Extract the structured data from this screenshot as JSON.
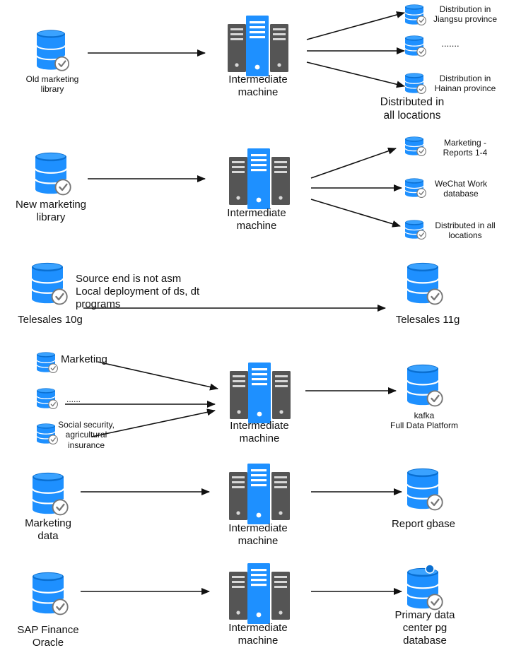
{
  "rows": {
    "r1": {
      "source": "Old marketing\nlibrary",
      "middle": "Intermediate\nmachine",
      "targets": [
        "Distribution in\nJiangsu province",
        ".......",
        "Distribution in\nHainan province"
      ],
      "summary": "Distributed in\nall locations"
    },
    "r2": {
      "source": "New marketing\nlibrary",
      "middle": "Intermediate\nmachine",
      "targets": [
        "Marketing -\nReports 1-4",
        "WeChat Work\ndatabase",
        "Distributed in all\nlocations"
      ]
    },
    "r3": {
      "source": "Telesales 10g",
      "note": "Source end is not asm\nLocal deployment of ds, dt\nprograms",
      "target": "Telesales 11g"
    },
    "r4": {
      "sources": [
        "Marketing",
        "......",
        "Social security,\nagricultural\ninsurance"
      ],
      "middle": "Intermediate\nmachine",
      "target": "kafka\nFull Data Platform"
    },
    "r5": {
      "source": "Marketing\ndata",
      "middle": "Intermediate\nmachine",
      "target": "Report gbase"
    },
    "r6": {
      "source": "SAP Finance\nOracle",
      "middle": "Intermediate\nmachine",
      "target": "Primary data\ncenter pg\ndatabase"
    }
  },
  "colors": {
    "db_blue": "#1e90ff",
    "db_dark": "#0a6fd1",
    "server_gray": "#555555",
    "server_blue": "#1e90ff",
    "arrow": "#111111"
  },
  "icons": {
    "database": "database-check-icon",
    "server": "server-cluster-icon",
    "dot": "status-dot-icon"
  }
}
